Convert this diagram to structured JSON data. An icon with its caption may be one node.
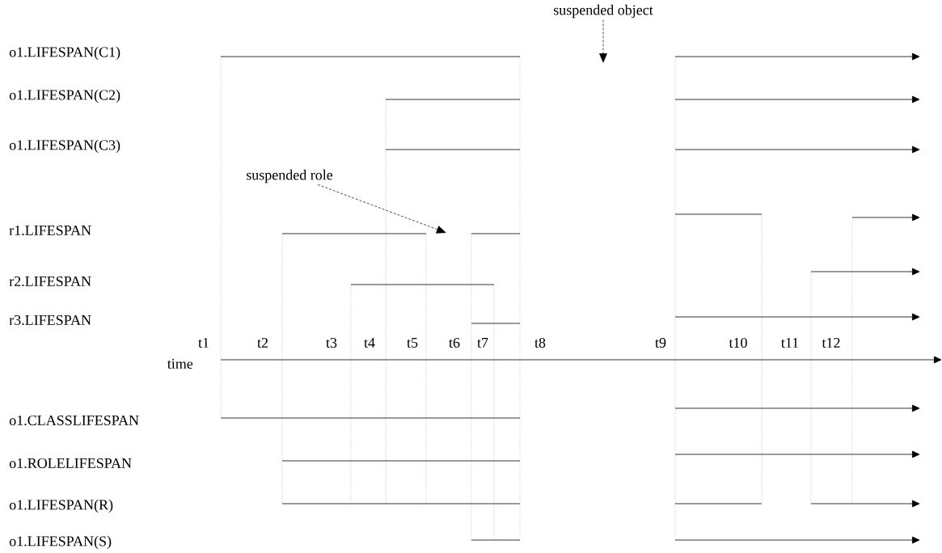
{
  "diagram": {
    "nodes": [
      {
        "text": [
          "suspended object"
        ]
      },
      {
        "text": [
          "suspended role"
        ]
      }
    ],
    "edges": [
      {
        "from": 0,
        "to": null,
        "arrow": "to",
        "style": "dashed"
      },
      {
        "from": 1,
        "to": null,
        "arrow": "to",
        "style": "dashed"
      }
    ],
    "labels": [
      "o1.LIFESPAN(C1)",
      "o1.LIFESPAN(C2)",
      "o1.LIFESPAN(C3)",
      "r1.LIFESPAN",
      "r2.LIFESPAN",
      "r3.LIFESPAN",
      "time",
      "t1",
      "t2",
      "t3",
      "t4",
      "t5",
      "t6",
      "t7",
      "t8",
      "t9",
      "t10",
      "t11",
      "t12",
      "o1.CLASSLIFESPAN",
      "o1.ROLELIFESPAN",
      "o1.LIFESPAN(R)",
      "o1.LIFESPAN(S)"
    ]
  }
}
